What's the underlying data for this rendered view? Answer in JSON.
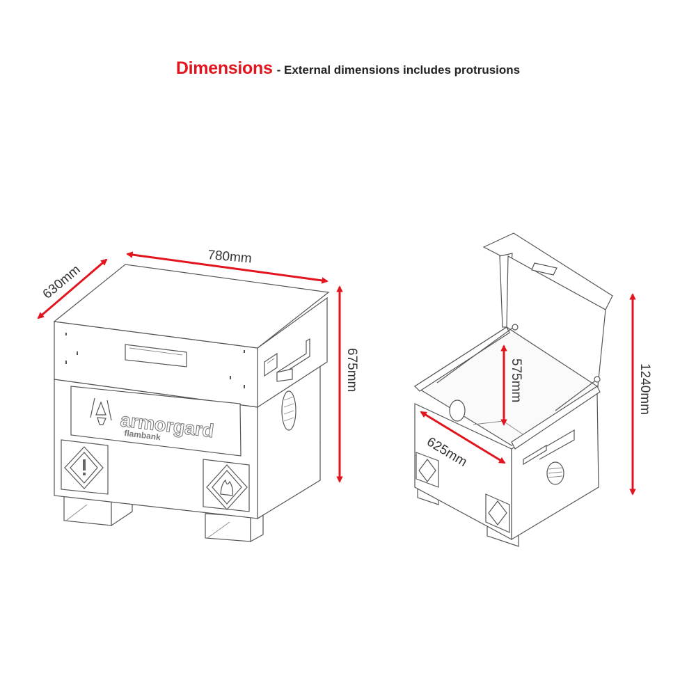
{
  "header": {
    "title": "Dimensions",
    "subtitle": "- External dimensions includes protrusions"
  },
  "closed_box": {
    "brand": "armorgard",
    "product": "flambank",
    "dimensions": {
      "width": "780mm",
      "depth": "630mm",
      "height": "675mm"
    },
    "labels": [
      "warning-exclamation-hazard",
      "flammable-hazard"
    ]
  },
  "open_box": {
    "dimensions": {
      "internal_depth": "625mm",
      "internal_height": "575mm",
      "overall_height_open": "1240mm"
    }
  },
  "colors": {
    "accent": "#e2141e",
    "text": "#222222",
    "line": "#555555"
  }
}
